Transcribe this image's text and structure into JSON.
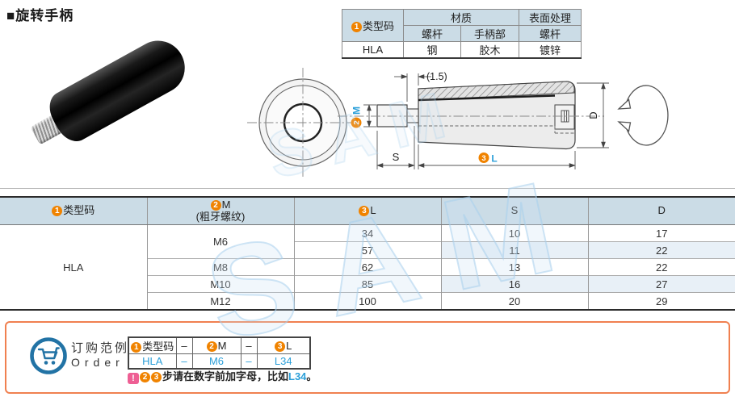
{
  "title": "■旋转手柄",
  "watermark": "SAM",
  "colors": {
    "blue_text": "#2b9fd9",
    "orange_badge": "#f08300",
    "header_bg": "#cbdce6",
    "stripe_bg": "#e8f0f7",
    "order_border": "#f08050",
    "pink_badge": "#ee5f94",
    "cart_blue": "#2273a5"
  },
  "spec_table": {
    "badge": "1",
    "type_code_label": "类型码",
    "material_label": "材质",
    "surface_label": "表面处理",
    "screw_label": "螺杆",
    "handle_label": "手柄部",
    "surface_screw_label": "螺杆",
    "type_code_value": "HLA",
    "screw_value": "钢",
    "handle_value": "胶木",
    "surface_value": "镀锌"
  },
  "drawing": {
    "gap_dim": "(1.5)",
    "m_badge": "2",
    "m_label": "M",
    "s_label": "S",
    "l_badge": "3",
    "l_label": "L",
    "d_label": "D"
  },
  "main_table": {
    "type_badge": "1",
    "type_label": "类型码",
    "m_badge": "2",
    "m_label": "M",
    "m_sub": "(粗牙螺纹)",
    "l_badge": "3",
    "l_label": "L",
    "s_label": "S",
    "d_label": "D",
    "type_value": "HLA",
    "m_values": [
      "M6",
      "M8",
      "M10",
      "M12"
    ],
    "rows": [
      {
        "l": "34",
        "s": "10",
        "d": "17"
      },
      {
        "l": "57",
        "s": "11",
        "d": "22"
      },
      {
        "l": "62",
        "s": "13",
        "d": "22"
      },
      {
        "l": "85",
        "s": "16",
        "d": "27"
      },
      {
        "l": "100",
        "s": "20",
        "d": "29"
      }
    ]
  },
  "order": {
    "title_cn": "订购范例",
    "title_en": "Order",
    "h_badge1": "1",
    "h_label1": "类型码",
    "dash": "–",
    "h_badge2": "2",
    "h_label2": "M",
    "h_badge3": "3",
    "h_label3": "L",
    "v1": "HLA",
    "v2": "M6",
    "v3": "L34",
    "note_warn": "!",
    "note_b2": "2",
    "note_b3": "3",
    "note_text": "步请在数字前加字母，比如",
    "note_code": "L34",
    "note_end": "。"
  }
}
